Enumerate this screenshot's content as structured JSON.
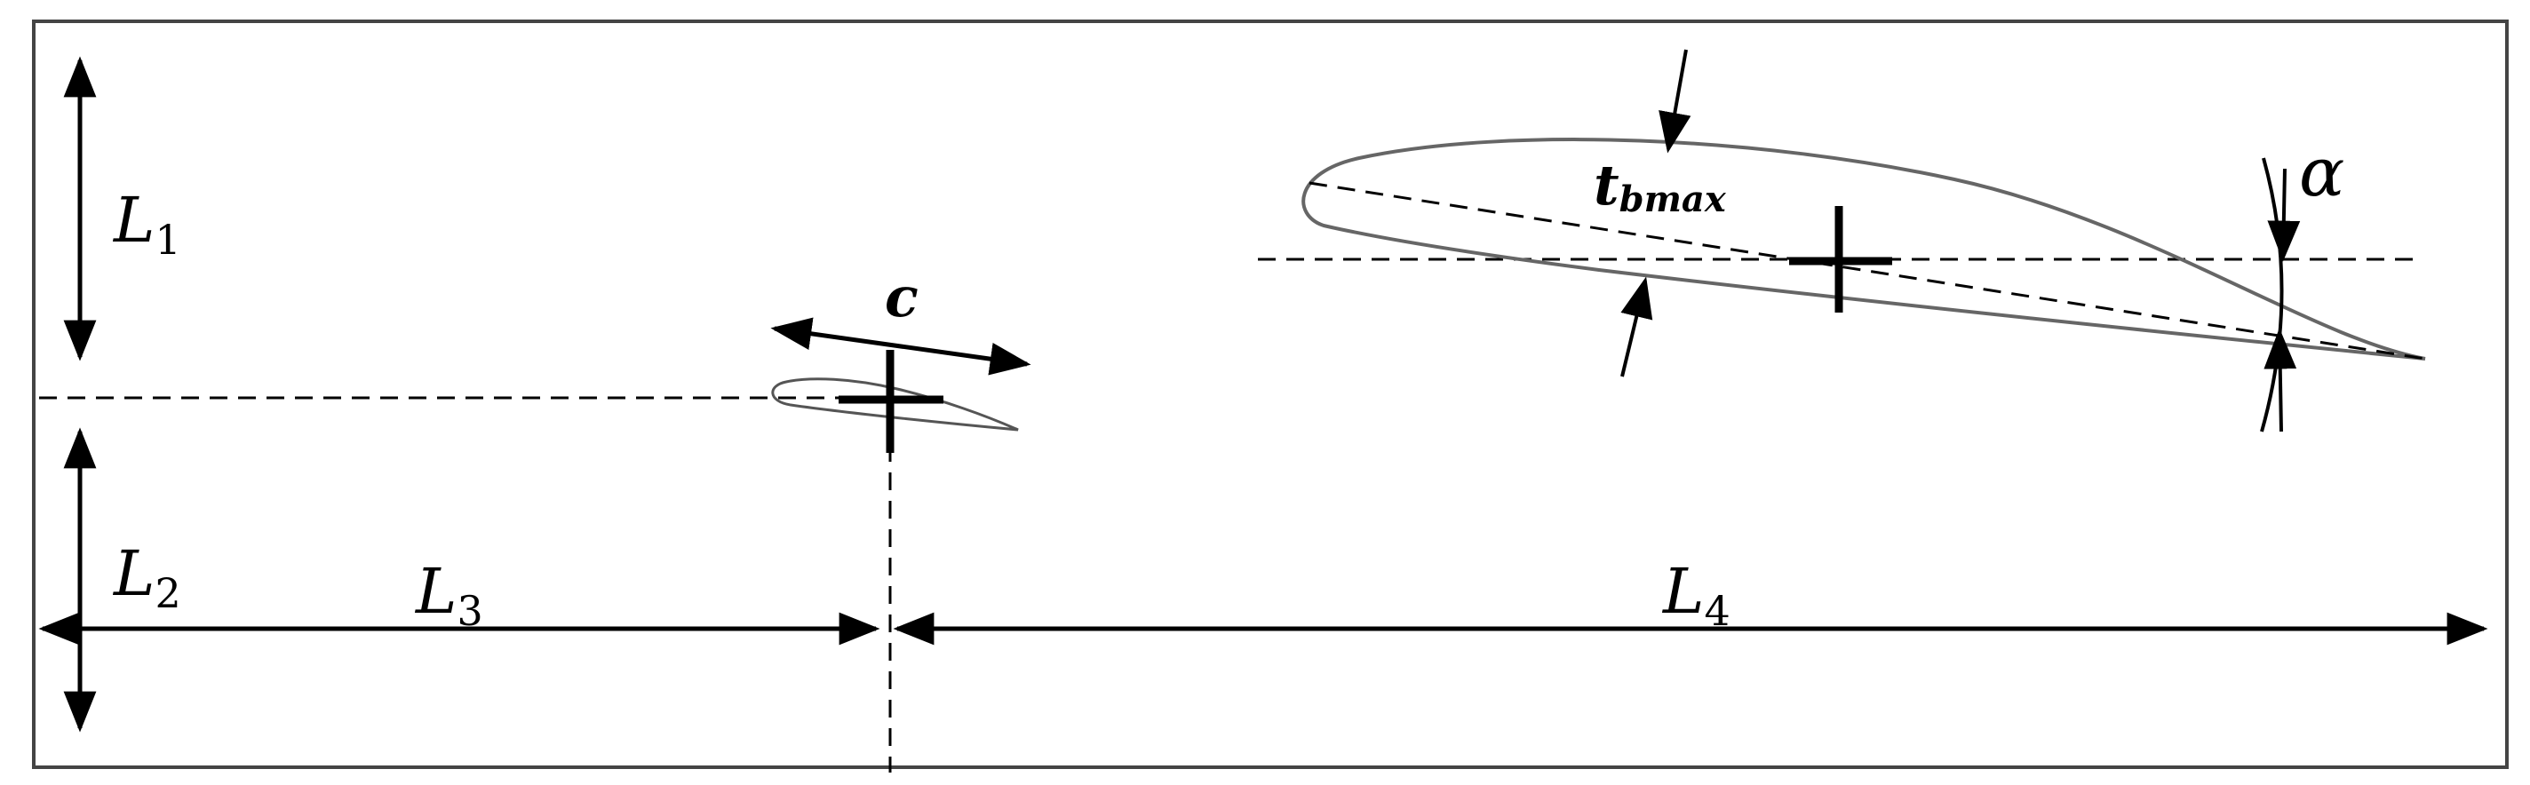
{
  "labels": {
    "L1": {
      "main": "L",
      "sub": "1"
    },
    "L2": {
      "main": "L",
      "sub": "2"
    },
    "L3": {
      "main": "L",
      "sub": "3"
    },
    "L4": {
      "main": "L",
      "sub": "4"
    },
    "c": "c",
    "alpha": "α",
    "tbmax": {
      "main": "t",
      "sub": "bmax"
    }
  },
  "colors": {
    "line": "#000000",
    "airfoil": "#666666",
    "border": "#444444"
  }
}
